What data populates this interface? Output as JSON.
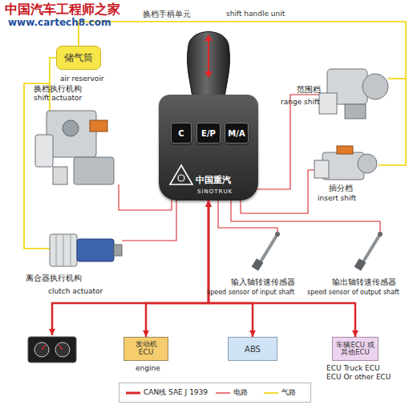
{
  "diagram": {
    "nodes": [
      {
        "text": [
          "储气筒",
          "air reservoir"
        ]
      },
      {
        "text": [
          "中国重汽",
          "SINOTRUK"
        ]
      },
      {
        "text": [
          "C"
        ],
        "in": 1
      },
      {
        "text": [
          "E/P"
        ],
        "in": 1
      },
      {
        "text": [
          "M/A"
        ],
        "in": 1
      },
      {
        "text": [
          "发动机 ECU",
          "engine"
        ]
      },
      {
        "text": [
          "ABS"
        ]
      },
      {
        "text": [
          "车辆ECU 或其他ECU",
          "ECU Truck ECU",
          "ECU Or other ECU"
        ]
      }
    ],
    "edges": [
      {
        "from": 1,
        "to": 5,
        "arrow": "both"
      },
      {
        "from": 1,
        "to": 6,
        "arrow": "both"
      },
      {
        "from": 1,
        "to": 7,
        "arrow": "both"
      }
    ],
    "labels": [
      "中国汽车工程师之家",
      "www.cartech8.com",
      "换档手柄单元",
      "shift handle unit",
      "换档执行机构",
      "shift actuator",
      "范围档",
      "range shift",
      "插分档",
      "insert shift",
      "离合器执行机构",
      "clutch actuator",
      "输入轴转速传感器",
      "speed sensor of input shaft",
      "输出轴转速传感器",
      "speed sensor of output shaft"
    ],
    "legend": [
      {
        "text": "CAN线 SAE J 1939"
      },
      {
        "text": "电路"
      },
      {
        "text": "气路"
      }
    ]
  }
}
